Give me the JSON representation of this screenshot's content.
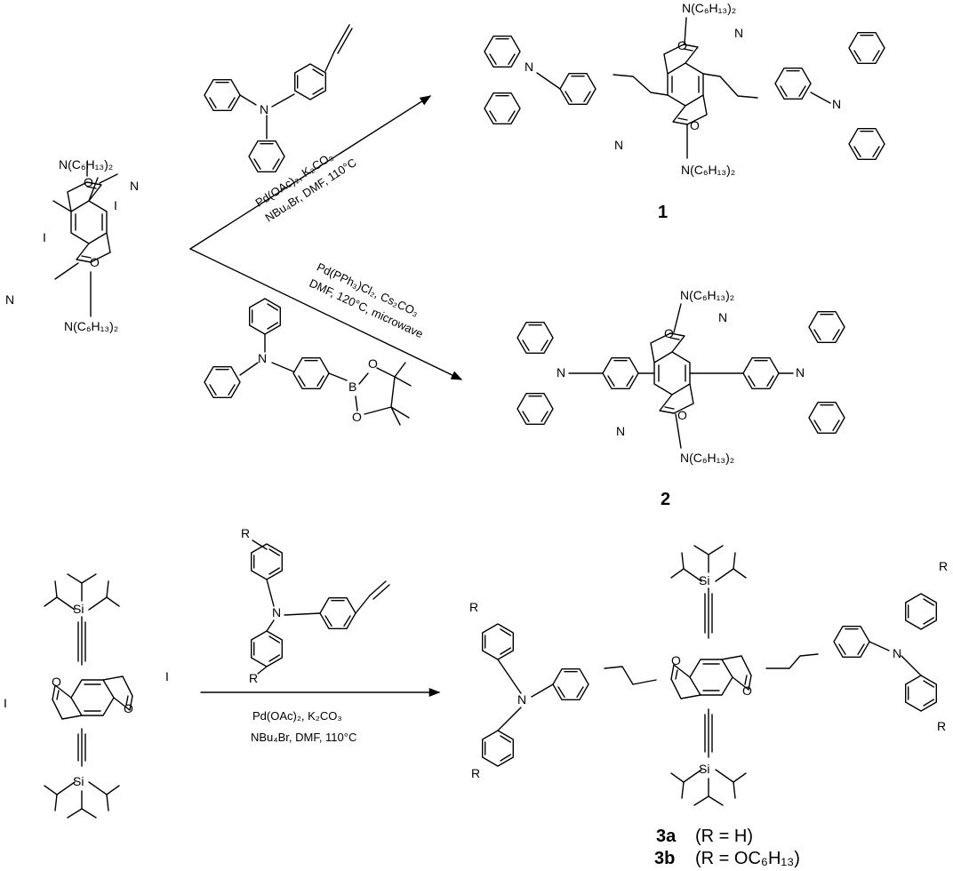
{
  "reaction1": {
    "condition_line1": "Pd(OAc)₂, K₂CO₃",
    "condition_line2": "NBu₄Br, DMF, 110°C",
    "product_number": "1"
  },
  "reaction2": {
    "condition_line1": "Pd(PPh₃)Cl₂, Cs₂CO₃",
    "condition_line2": "DMF, 120°C, microwave",
    "product_number": "2"
  },
  "reaction3": {
    "condition_line1": "Pd(OAc)₂, K₂CO₃",
    "condition_line2": "NBu₄Br, DMF, 110°C",
    "product_a_label": "3a",
    "product_a_r": "(R = H)",
    "product_b_label": "3b",
    "product_b_r": "(R = OC₆H₁₃)"
  },
  "atoms": {
    "amine_sub": "N(C₆H₁₃)₂",
    "nitrile": "N",
    "iodo": "I",
    "oxygen": "O",
    "nitrogen": "N",
    "boron": "B",
    "silicon": "Si",
    "r_group": "R"
  }
}
